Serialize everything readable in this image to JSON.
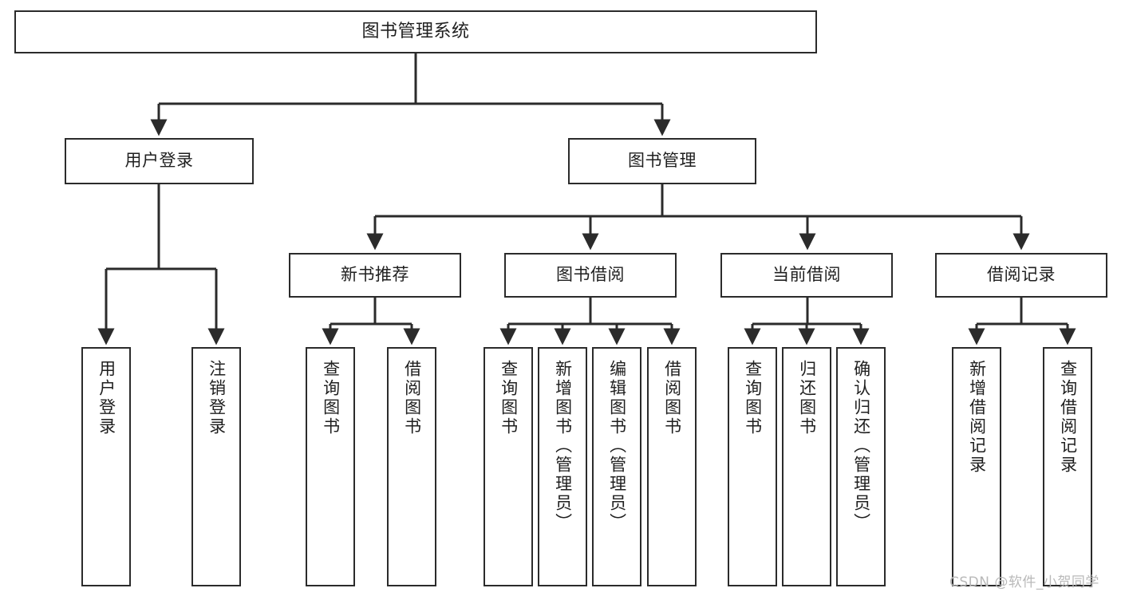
{
  "diagram": {
    "type": "tree-hierarchy-chart",
    "title": "图书管理系统",
    "orientation": "top-down",
    "box_border_color": "#2b2b2b",
    "box_fill_color": "#ffffff",
    "background_color": "#ffffff",
    "connector_color": "#2b2b2b"
  },
  "nodes": {
    "root": {
      "label": "图书管理系统"
    },
    "level1": [
      {
        "id": "user-login",
        "label": "用户登录"
      },
      {
        "id": "book-manage",
        "label": "图书管理"
      }
    ],
    "level2": [
      {
        "id": "new-book-recommend",
        "label": "新书推荐"
      },
      {
        "id": "book-borrow",
        "label": "图书借阅"
      },
      {
        "id": "current-borrow",
        "label": "当前借阅"
      },
      {
        "id": "borrow-record",
        "label": "借阅记录"
      }
    ],
    "leaves": {
      "user_login": [
        {
          "id": "leaf-user-login",
          "label": "用户登录"
        },
        {
          "id": "leaf-logout-login",
          "label": "注销登录"
        }
      ],
      "new_book_recommend": [
        {
          "id": "leaf-query-book-1",
          "label": "查询图书"
        },
        {
          "id": "leaf-borrow-book-1",
          "label": "借阅图书"
        }
      ],
      "book_borrow": [
        {
          "id": "leaf-query-book-2",
          "label": "查询图书"
        },
        {
          "id": "leaf-add-book",
          "label": "新增图书（管理员）"
        },
        {
          "id": "leaf-edit-book",
          "label": "编辑图书（管理员）"
        },
        {
          "id": "leaf-borrow-book-2",
          "label": "借阅图书"
        }
      ],
      "current_borrow": [
        {
          "id": "leaf-query-book-3",
          "label": "查询图书"
        },
        {
          "id": "leaf-return-book",
          "label": "归还图书"
        },
        {
          "id": "leaf-confirm-return",
          "label": "确认归还（管理员）"
        }
      ],
      "borrow_record": [
        {
          "id": "leaf-add-record",
          "label": "新增借阅记录"
        },
        {
          "id": "leaf-query-record",
          "label": "查询借阅记录"
        }
      ]
    }
  },
  "watermark": {
    "text": "CSDN @软件_小贺同学"
  }
}
